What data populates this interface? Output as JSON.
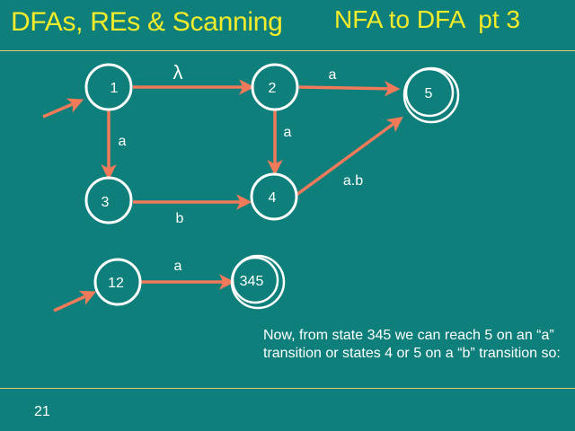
{
  "slide": {
    "title_left": "DFAs, REs & Scanning",
    "title_right": "NFA to DFA  pt 3",
    "note": "Now, from state 345 we can reach 5 on an “a” transition or states 4 or 5 on a “b” transition so:",
    "page_number": "21"
  },
  "colors": {
    "background": "#0e7f7a",
    "title": "#f2ec2a",
    "arrow": "#f07a5a",
    "node_stroke": "#ffffff",
    "rule": "#e9c96a"
  },
  "nfa": {
    "states": [
      {
        "id": "1",
        "label": "1",
        "start": true,
        "accepting": false
      },
      {
        "id": "2",
        "label": "2",
        "start": false,
        "accepting": false
      },
      {
        "id": "3",
        "label": "3",
        "start": false,
        "accepting": false
      },
      {
        "id": "4",
        "label": "4",
        "start": false,
        "accepting": false
      },
      {
        "id": "5",
        "label": "5",
        "start": false,
        "accepting": true
      }
    ],
    "transitions": [
      {
        "from": "1",
        "to": "2",
        "label": "λ"
      },
      {
        "from": "2",
        "to": "5",
        "label": "a"
      },
      {
        "from": "1",
        "to": "3",
        "label": "a"
      },
      {
        "from": "2",
        "to": "4",
        "label": "a"
      },
      {
        "from": "4",
        "to": "5",
        "label": "a.b"
      },
      {
        "from": "3",
        "to": "4",
        "label": "b"
      }
    ]
  },
  "dfa": {
    "states": [
      {
        "id": "12",
        "label": "12",
        "start": true,
        "accepting": false
      },
      {
        "id": "345",
        "label": "345",
        "start": false,
        "accepting": true
      }
    ],
    "transitions": [
      {
        "from": "12",
        "to": "345",
        "label": "a"
      }
    ]
  }
}
